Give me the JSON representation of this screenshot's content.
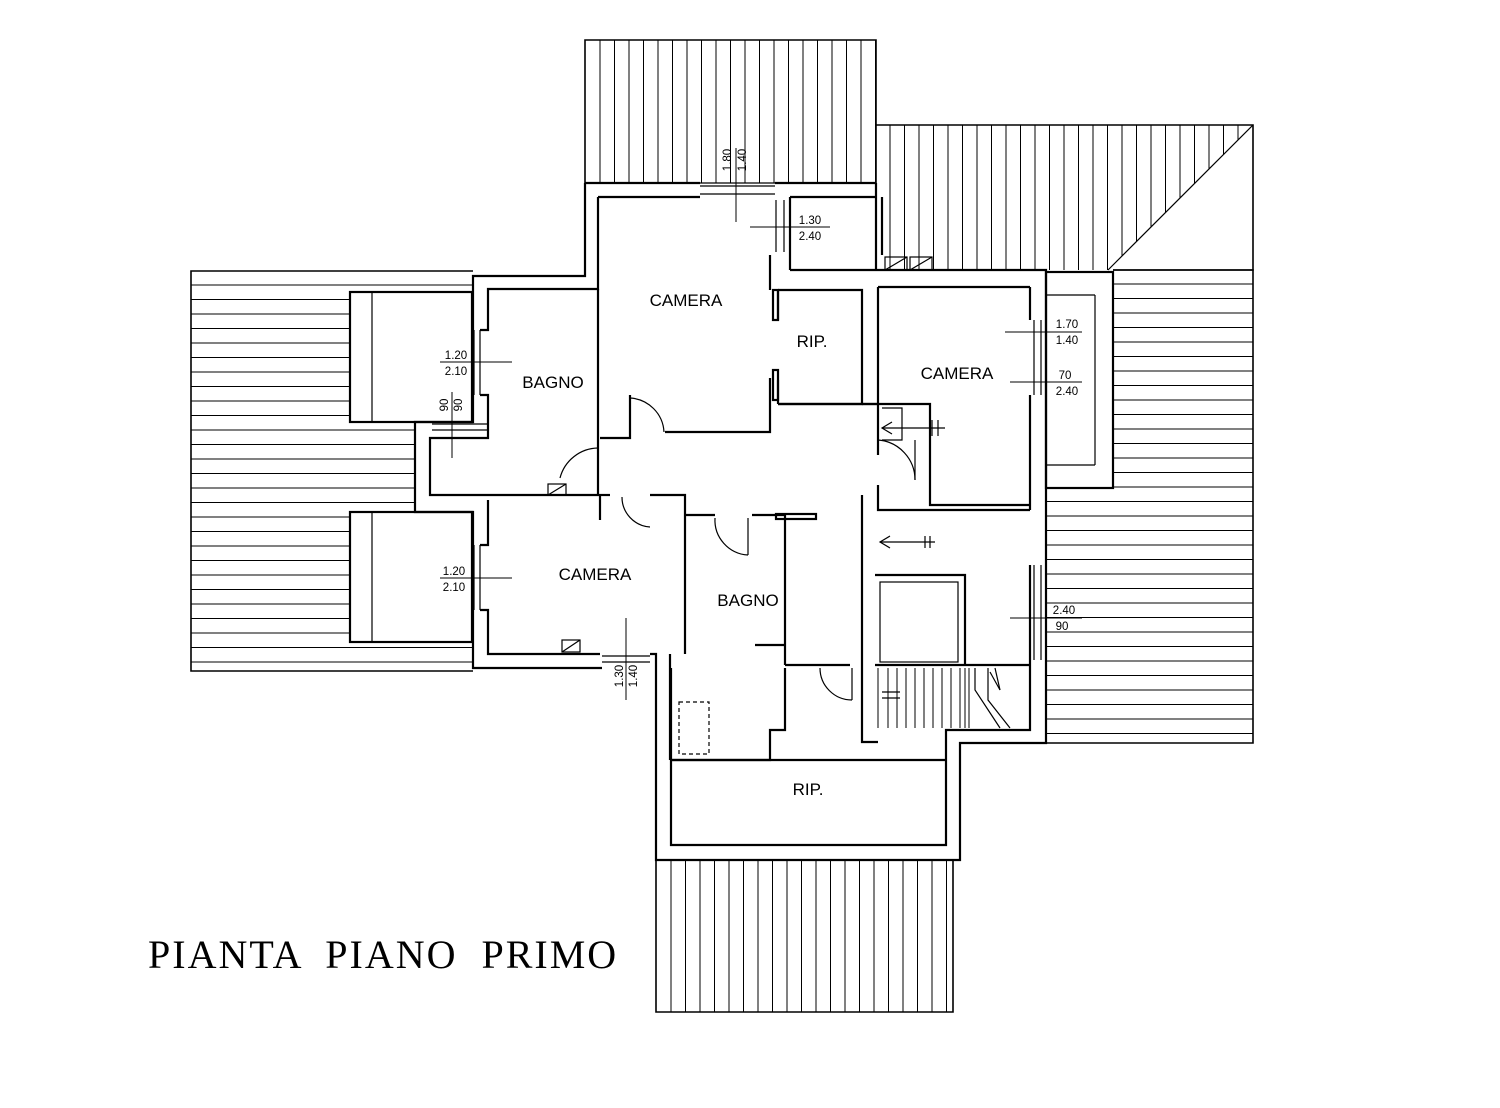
{
  "drawing": {
    "title": "PIANTA  PIANO  PRIMO",
    "rooms": {
      "camera_top": "CAMERA",
      "rip_top": "RIP.",
      "bagno_left": "BAGNO",
      "camera_right": "CAMERA",
      "camera_left": "CAMERA",
      "bagno_center": "BAGNO",
      "rip_bottom": "RIP."
    },
    "dimensions": {
      "top_window": {
        "a": "1.80",
        "b": "1.40"
      },
      "top_right_door": {
        "a": "1.30",
        "b": "2.40"
      },
      "right_window": {
        "a": "1.70",
        "b": "1.40"
      },
      "right_door": {
        "a": "70",
        "b": "2.40"
      },
      "bagno_window": {
        "a": "1.20",
        "b": "2.10"
      },
      "bagno_door": {
        "a": "90",
        "b": "90"
      },
      "camera_window": {
        "a": "1.20",
        "b": "2.10"
      },
      "camera_south": {
        "a": "1.30",
        "b": "1.40"
      },
      "stair_door": {
        "a": "2.40",
        "b": "90"
      }
    }
  }
}
